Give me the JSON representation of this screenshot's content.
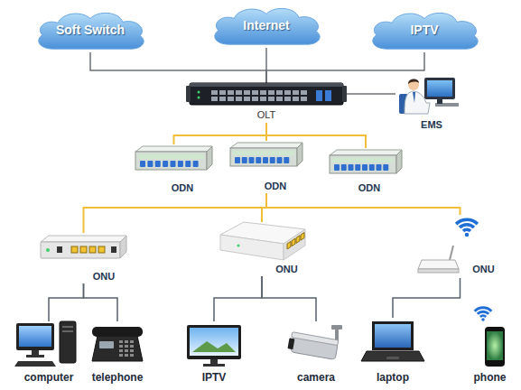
{
  "diagram": {
    "nodes": [
      {
        "text": [
          "Soft Switch"
        ]
      },
      {
        "text": [
          "Internet"
        ]
      },
      {
        "text": [
          "IPTV"
        ]
      },
      {
        "text": [
          "OLT"
        ]
      },
      {
        "text": [
          "EMS"
        ]
      },
      {
        "text": [
          "ODN"
        ]
      },
      {
        "text": [
          "ODN"
        ]
      },
      {
        "text": [
          "ODN"
        ]
      },
      {
        "text": [
          "ONU"
        ]
      },
      {
        "text": [
          "ONU"
        ]
      },
      {
        "text": [
          "ONU"
        ]
      },
      {
        "text": [
          "computer"
        ]
      },
      {
        "text": [
          "telephone"
        ]
      },
      {
        "text": [
          "IPTV"
        ]
      },
      {
        "text": [
          "camera"
        ]
      },
      {
        "text": [
          "laptop"
        ]
      },
      {
        "text": [
          "phone"
        ]
      }
    ],
    "edges": [
      {
        "from": 0,
        "to": 3,
        "arrow": "none"
      },
      {
        "from": 1,
        "to": 3,
        "arrow": "none"
      },
      {
        "from": 2,
        "to": 3,
        "arrow": "none"
      },
      {
        "from": 3,
        "to": 4,
        "arrow": "none"
      },
      {
        "from": 3,
        "to": 5,
        "arrow": "none"
      },
      {
        "from": 3,
        "to": 6,
        "arrow": "none"
      },
      {
        "from": 3,
        "to": 7,
        "arrow": "none"
      },
      {
        "from": 6,
        "to": 8,
        "arrow": "none"
      },
      {
        "from": 6,
        "to": 9,
        "arrow": "none"
      },
      {
        "from": 6,
        "to": 10,
        "arrow": "none"
      },
      {
        "from": 8,
        "to": 11,
        "arrow": "none"
      },
      {
        "from": 8,
        "to": 12,
        "arrow": "none"
      },
      {
        "from": 9,
        "to": 13,
        "arrow": "none"
      },
      {
        "from": 9,
        "to": 14,
        "arrow": "none"
      },
      {
        "from": 10,
        "to": 15,
        "arrow": "none"
      }
    ]
  }
}
